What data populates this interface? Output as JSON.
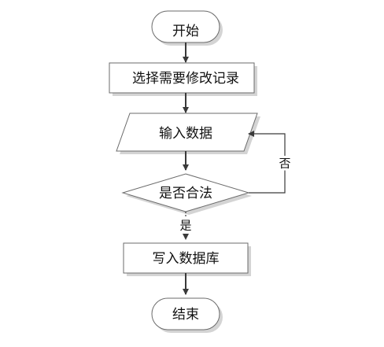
{
  "flowchart": {
    "start": "开始",
    "select_record": "选择需要修改记录",
    "input_data": "输入数据",
    "is_valid": "是否合法",
    "yes_label": "是",
    "no_label": "否",
    "write_db": "写入数据库",
    "end": "结束"
  },
  "colors": {
    "node_fill": "#ffffff",
    "node_stroke": "#6b6b6b",
    "shadow": "#d4d4d4",
    "arrow": "#3a3a3a"
  }
}
